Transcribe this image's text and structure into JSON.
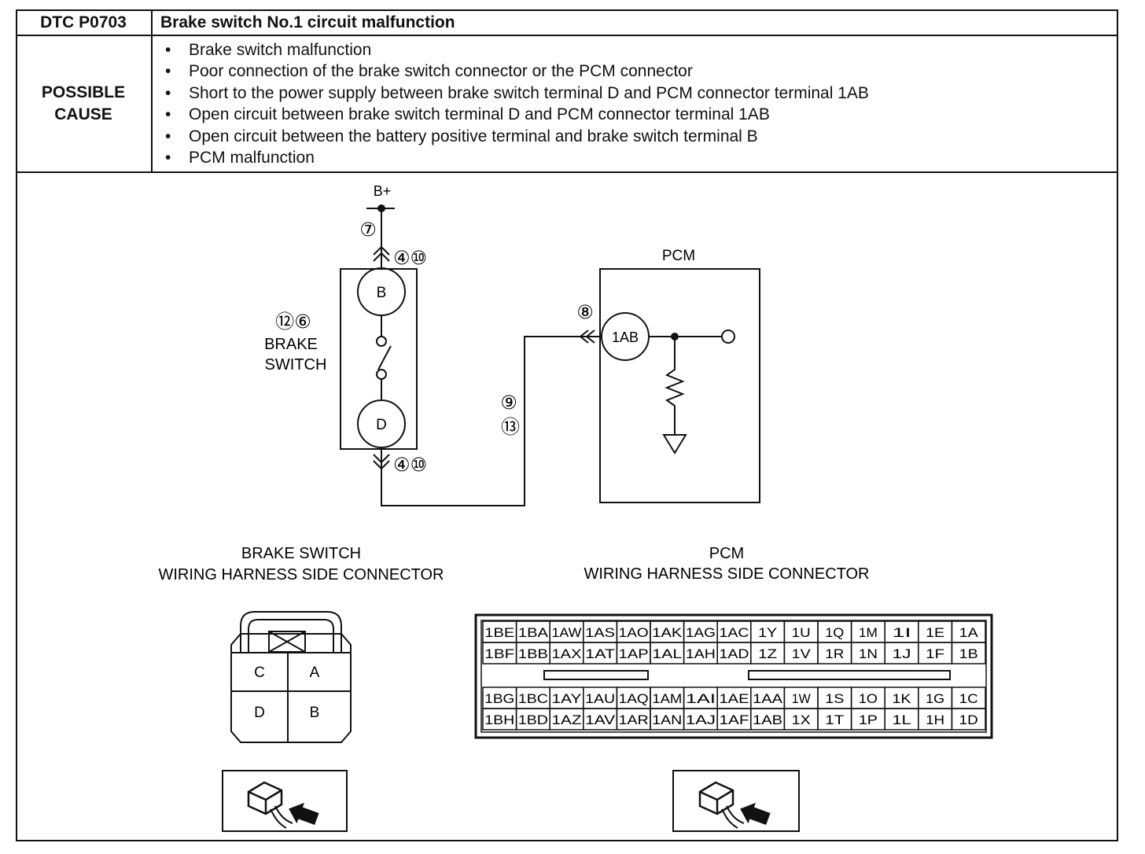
{
  "header": {
    "dtc_code": "DTC P0703",
    "title": "Brake switch No.1 circuit malfunction"
  },
  "possible_cause": {
    "label_line1": "POSSIBLE",
    "label_line2": "CAUSE",
    "items": [
      "Brake switch malfunction",
      "Poor connection of the brake switch connector or the PCM connector",
      "Short to the power supply between brake switch terminal D and PCM connector terminal 1AB",
      "Open circuit between brake switch terminal D and PCM connector terminal 1AB",
      "Open circuit between the battery positive terminal and brake switch terminal B",
      "PCM malfunction"
    ]
  },
  "diagram": {
    "supply_label": "B+",
    "ref_7": "⑦",
    "ref_4_10_top": "④⑩",
    "ref_12_6": "⑫⑥",
    "brake_switch_line1": "BRAKE",
    "brake_switch_line2": "SWITCH",
    "terminal_b": "B",
    "terminal_d": "D",
    "ref_4_10_bottom": "④⑩",
    "ref_9": "⑨",
    "ref_13": "⑬",
    "ref_8": "⑧",
    "pcm_label": "PCM",
    "pcm_terminal": "1AB"
  },
  "brake_connector": {
    "title_line1": "BRAKE SWITCH",
    "title_line2": "WIRING HARNESS SIDE CONNECTOR",
    "terminals": [
      "C",
      "A",
      "D",
      "B"
    ]
  },
  "pcm_connector": {
    "title_line1": "PCM",
    "title_line2": "WIRING HARNESS SIDE CONNECTOR",
    "upper_rows": [
      [
        "1BE",
        "1BA",
        "1AW",
        "1AS",
        "1AO",
        "1AK",
        "1AG",
        "1AC",
        "1Y",
        "1U",
        "1Q",
        "1M",
        "1I",
        "1E",
        "1A"
      ],
      [
        "1BF",
        "1BB",
        "1AX",
        "1AT",
        "1AP",
        "1AL",
        "1AH",
        "1AD",
        "1Z",
        "1V",
        "1R",
        "1N",
        "1J",
        "1F",
        "1B"
      ]
    ],
    "lower_rows": [
      [
        "1BG",
        "1BC",
        "1AY",
        "1AU",
        "1AQ",
        "1AM",
        "1AI",
        "1AE",
        "1AA",
        "1W",
        "1S",
        "1O",
        "1K",
        "1G",
        "1C"
      ],
      [
        "1BH",
        "1BD",
        "1AZ",
        "1AV",
        "1AR",
        "1AN",
        "1AJ",
        "1AF",
        "1AB",
        "1X",
        "1T",
        "1P",
        "1L",
        "1H",
        "1D"
      ]
    ]
  }
}
